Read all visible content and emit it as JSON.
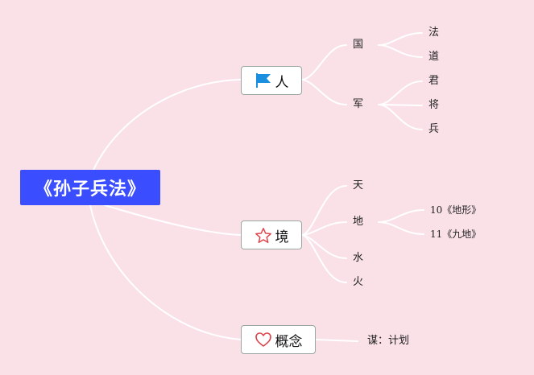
{
  "root": {
    "label": "《孙子兵法》"
  },
  "branches": [
    {
      "label": "人",
      "icon": "blue-flag-icon",
      "children": [
        {
          "label": "国",
          "children": [
            {
              "label": "法"
            },
            {
              "label": "道"
            }
          ]
        },
        {
          "label": "军",
          "children": [
            {
              "label": "君"
            },
            {
              "label": "将"
            },
            {
              "label": "兵"
            }
          ]
        }
      ]
    },
    {
      "label": "境",
      "icon": "red-star-icon",
      "children": [
        {
          "label": "天"
        },
        {
          "label": "地",
          "children": [
            {
              "label": "10《地形》"
            },
            {
              "label": "11《九地》"
            }
          ]
        },
        {
          "label": "水"
        },
        {
          "label": "火"
        }
      ]
    },
    {
      "label": "概念",
      "icon": "red-heart-icon",
      "children": [
        {
          "label": "谋：计划"
        }
      ]
    }
  ],
  "colors": {
    "background": "#fae1e8",
    "root": "#3b4eff",
    "connector": "#ffffff",
    "flag": "#1a8fe0",
    "star": "#e0424b",
    "heart": "#d9434a"
  }
}
